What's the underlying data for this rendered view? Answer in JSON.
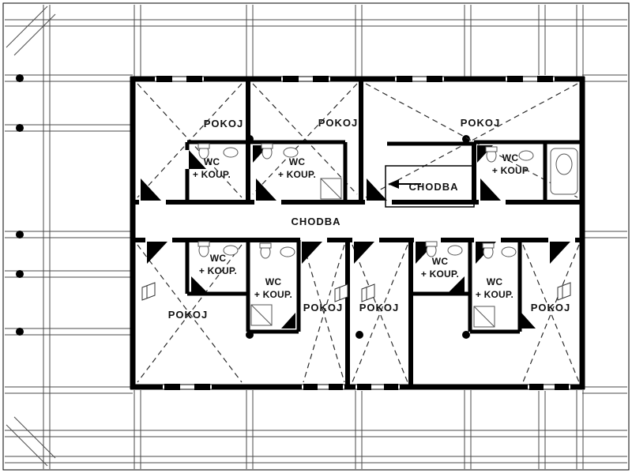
{
  "colors": {
    "background": "#ffffff",
    "wall": "#000000",
    "grid_line": "#4a4a4a",
    "dashed_line": "#2a2a2a",
    "text": "#111111"
  },
  "labels": {
    "pokoj": "POKOJ",
    "chodba": "CHODBA",
    "wc": "WC",
    "koup": "+ KOUP.",
    "koup_no_dot": "+ KOUP"
  }
}
